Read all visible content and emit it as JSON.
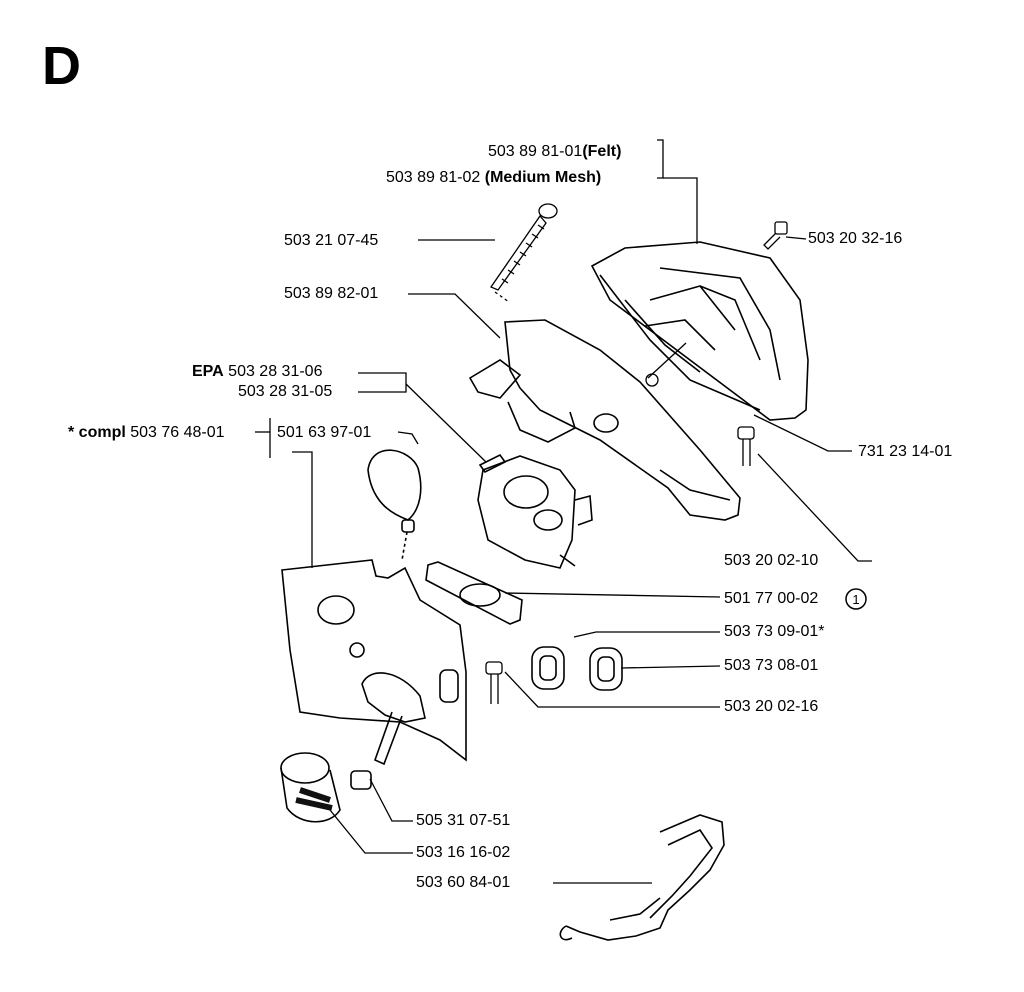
{
  "section_letter": "D",
  "labels": {
    "filter_felt_num": "503 89 81-01",
    "filter_felt_type": "(Felt)",
    "filter_mesh_num": "503 89 81-02 ",
    "filter_mesh_type": "(Medium Mesh)",
    "screw_long": "503 21 07-45",
    "screw_cover": "503 20 32-16",
    "holder": "503 89 82-01",
    "carb_epa_prefix": "EPA",
    "carb_epa": " 503 28 31-06",
    "carb_std": "503 28 31-05",
    "compl_prefix": "* compl",
    "compl_num": " 503 76 48-01",
    "primer": "501 63 97-01",
    "nut": "731 23 14-01",
    "screw_a": "503 20 02-10",
    "gasket": "501 77 00-02",
    "gasket_note": "1",
    "grommet_a": "503 73 09-01*",
    "grommet_b": "503 73 08-01",
    "screw_b": "503 20 02-16",
    "sleeve": "505 31 07-51",
    "knob": "503 16 16-02",
    "link": "503 60 84-01"
  }
}
